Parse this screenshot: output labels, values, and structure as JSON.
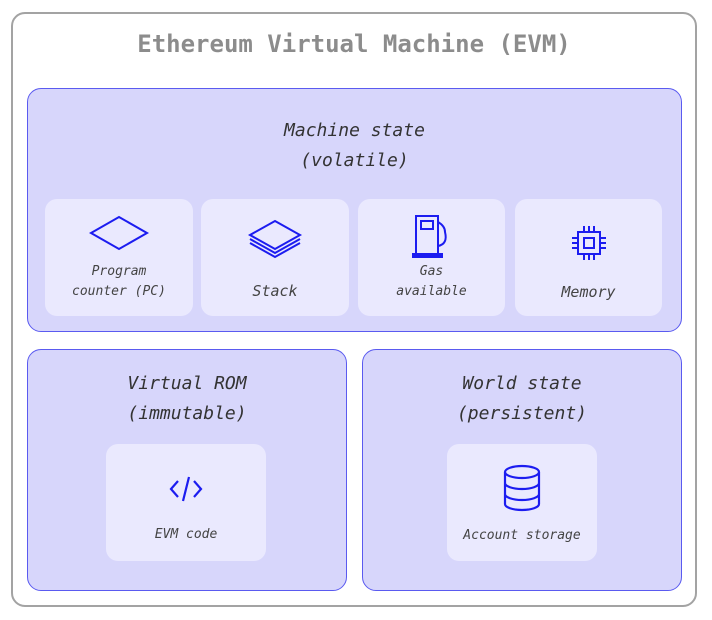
{
  "title": "Ethereum Virtual Machine (EVM)",
  "machine_state": {
    "title_line1": "Machine state",
    "title_line2": "(volatile)",
    "items": [
      {
        "line1": "Program",
        "line2": "counter (PC)",
        "icon": "diamond-icon"
      },
      {
        "label": "Stack",
        "icon": "stack-icon"
      },
      {
        "line1": "Gas",
        "line2": "available",
        "icon": "gas-pump-icon"
      },
      {
        "label": "Memory",
        "icon": "chip-icon"
      }
    ]
  },
  "virtual_rom": {
    "title_line1": "Virtual ROM",
    "title_line2": "(immutable)",
    "item": {
      "label": "EVM code",
      "icon": "code-icon"
    }
  },
  "world_state": {
    "title_line1": "World state",
    "title_line2": "(persistent)",
    "item": {
      "label": "Account storage",
      "icon": "database-icon"
    }
  },
  "colors": {
    "accent": "#1c1cf0",
    "panel": "#d7d6fb",
    "card": "#eae9fe"
  }
}
